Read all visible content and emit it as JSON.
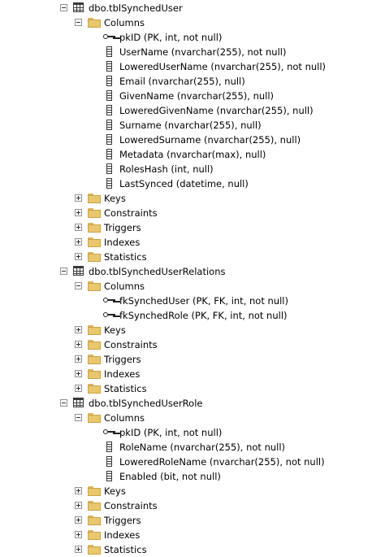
{
  "tables": [
    {
      "name": "dbo.tblSynchedUser",
      "columns_label": "Columns",
      "columns": [
        {
          "text": "pkID (PK, int, not null)",
          "icon": "key-icon"
        },
        {
          "text": "UserName (nvarchar(255), not null)",
          "icon": "column-icon"
        },
        {
          "text": "LoweredUserName (nvarchar(255), not null)",
          "icon": "column-icon"
        },
        {
          "text": "Email (nvarchar(255), null)",
          "icon": "column-icon"
        },
        {
          "text": "GivenName (nvarchar(255), null)",
          "icon": "column-icon"
        },
        {
          "text": "LoweredGivenName (nvarchar(255), null)",
          "icon": "column-icon"
        },
        {
          "text": "Surname (nvarchar(255), null)",
          "icon": "column-icon"
        },
        {
          "text": "LoweredSurname (nvarchar(255), null)",
          "icon": "column-icon"
        },
        {
          "text": "Metadata (nvarchar(max), null)",
          "icon": "column-icon"
        },
        {
          "text": "RolesHash (int, null)",
          "icon": "column-icon"
        },
        {
          "text": "LastSynced (datetime, null)",
          "icon": "column-icon"
        }
      ],
      "folders": [
        "Keys",
        "Constraints",
        "Triggers",
        "Indexes",
        "Statistics"
      ]
    },
    {
      "name": "dbo.tblSynchedUserRelations",
      "columns_label": "Columns",
      "columns": [
        {
          "text": "fkSynchedUser (PK, FK, int, not null)",
          "icon": "key-icon"
        },
        {
          "text": "fkSynchedRole (PK, FK, int, not null)",
          "icon": "key-icon"
        }
      ],
      "folders": [
        "Keys",
        "Constraints",
        "Triggers",
        "Indexes",
        "Statistics"
      ]
    },
    {
      "name": "dbo.tblSynchedUserRole",
      "columns_label": "Columns",
      "columns": [
        {
          "text": "pkID (PK, int, not null)",
          "icon": "key-icon"
        },
        {
          "text": "RoleName (nvarchar(255), not null)",
          "icon": "column-icon"
        },
        {
          "text": "LoweredRoleName (nvarchar(255), not null)",
          "icon": "column-icon"
        },
        {
          "text": "Enabled (bit, not null)",
          "icon": "column-icon"
        }
      ],
      "folders": [
        "Keys",
        "Constraints",
        "Triggers",
        "Indexes",
        "Statistics"
      ]
    }
  ]
}
